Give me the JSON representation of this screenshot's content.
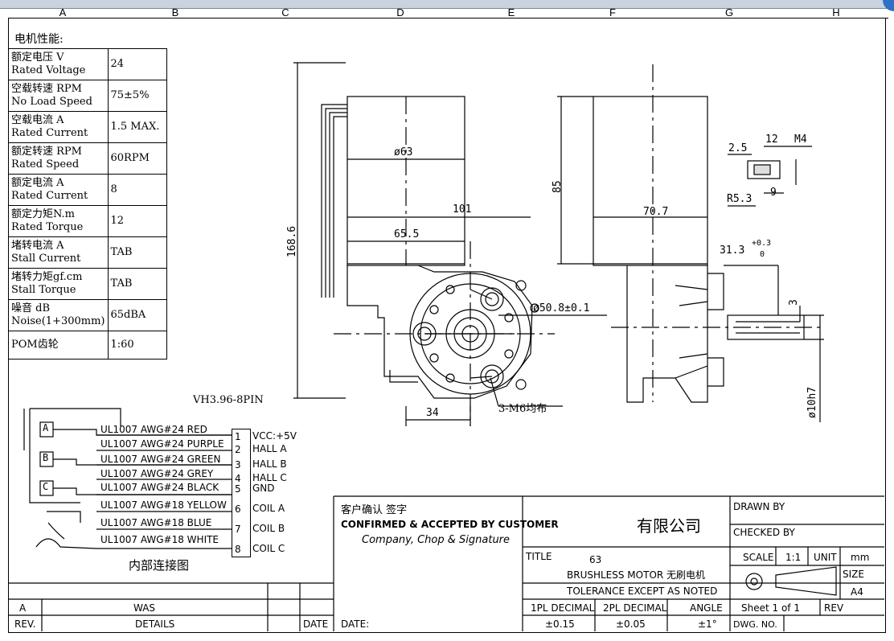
{
  "zones": [
    "A",
    "B",
    "C",
    "D",
    "E",
    "F",
    "G",
    "H"
  ],
  "perf": {
    "title": "电机性能:",
    "rows": [
      {
        "cn": "额定电压 V",
        "en": "Rated Voltage",
        "val": "24"
      },
      {
        "cn": "空载转速 RPM",
        "en": "No Load Speed",
        "val": "75±5%"
      },
      {
        "cn": "空载电流 A",
        "en": "Rated Current",
        "val": "1.5 MAX."
      },
      {
        "cn": "额定转速 RPM",
        "en": "Rated Speed",
        "val": "60RPM"
      },
      {
        "cn": "额定电流 A",
        "en": "Rated Current",
        "val": "8"
      },
      {
        "cn": "额定力矩N.m",
        "en": "Rated Torque",
        "val": "12"
      },
      {
        "cn": "堵转电流 A",
        "en": "Stall Current",
        "val": "TAB"
      },
      {
        "cn": "堵转力矩gf.cm",
        "en": "Stall Torque",
        "val": "TAB"
      },
      {
        "cn": "噪音 dB",
        "en": "Noise(1+300mm)",
        "val": "65dBA"
      },
      {
        "cn": "POM齿轮",
        "en": "",
        "val": "1:60"
      }
    ]
  },
  "connector": "VH3.96-8PIN",
  "wiring": {
    "caption": "内部连接图",
    "hall": [
      "A",
      "B",
      "C"
    ],
    "wires": [
      "UL1007 AWG#24 RED",
      "UL1007 AWG#24 PURPLE",
      "UL1007 AWG#24 GREEN",
      "UL1007 AWG#24 GREY",
      "UL1007 AWG#24  BLACK",
      "UL1007 AWG#18 YELLOW",
      "UL1007 AWG#18 BLUE",
      "UL1007 AWG#18 WHITE"
    ],
    "pins": [
      "1",
      "2",
      "3",
      "4",
      "5",
      "6",
      "7",
      "8"
    ],
    "signals": [
      "VCC:+5V",
      "HALL A",
      "HALL B",
      "HALL C",
      "GND",
      "COIL A",
      "COIL B",
      "COIL C"
    ]
  },
  "dims": {
    "d63": "ø63",
    "l101": "101",
    "l655": "65.5",
    "h1686": "168.6",
    "h85": "85",
    "l707": "70.7",
    "d508": "ø50.8±0.1",
    "l34": "34",
    "holes": "3-M6均布",
    "l313": "31.3",
    "tol_up": "+0.3",
    "tol_lo": "0",
    "l3": "3",
    "d10": "ø10h7",
    "l25": "2.5",
    "l12": "12",
    "m4": "M4",
    "r53": "R5.3",
    "l9": "9"
  },
  "title_block": {
    "confirm_cn": "客户确认 签字",
    "confirm_en": "CONFIRMED & ACCEPTED BY CUSTOMER",
    "confirm_sub": "Company, Chop & Signature",
    "company": "有限公司",
    "drawn": "DRAWN BY",
    "checked": "CHECKED BY",
    "title_lbl": "TITLE",
    "title_num": "63",
    "title_name": "BRUSHLESS MOTOR 无刷电机",
    "tol_hdr": "TOLERANCE EXCEPT AS NOTED",
    "dec1": "1PL DECIMAL",
    "dec2": "2PL DECIMAL",
    "angle": "ANGLE",
    "dec1v": "±0.15",
    "dec2v": "±0.05",
    "anglev": "±1°",
    "scale": "SCALE",
    "scalev": "1:1",
    "unit": "UNIT",
    "unitv": "mm",
    "size": "SIZE",
    "sizev": "A4",
    "sheet": "Sheet 1 of 1",
    "rev_hdr": "REV",
    "dwg": "DWG. NO.",
    "rev": "REV.",
    "details": "DETAILS",
    "date": "DATE",
    "date2": "DATE:",
    "rev_a": "A",
    "was": "WAS"
  }
}
